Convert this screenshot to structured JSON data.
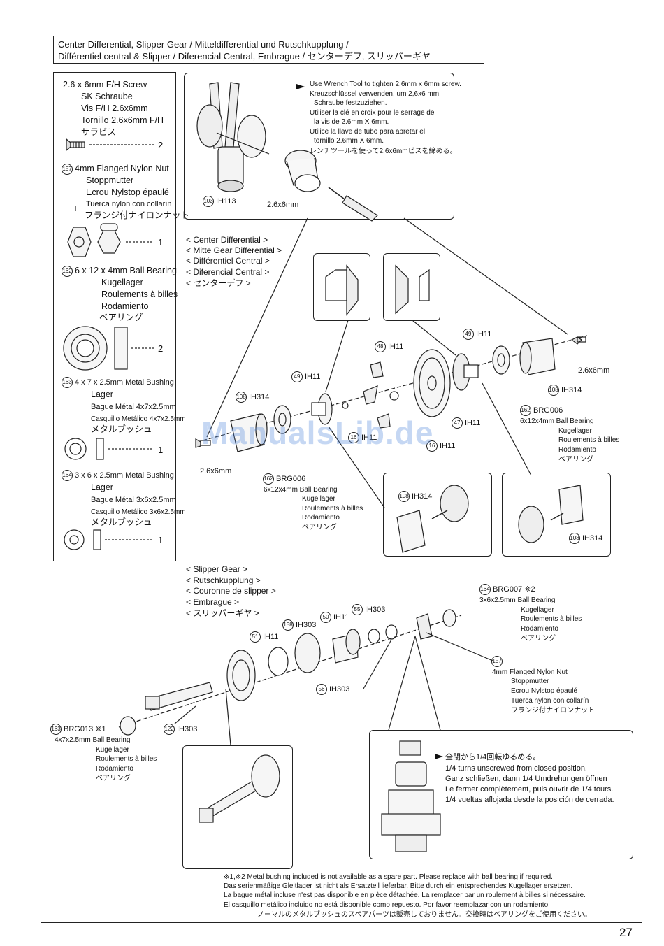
{
  "title": {
    "line1": "Center Differential, Slipper Gear / Mitteldifferential und Rutschkupplung /",
    "line2": "Différentiel central & Slipper / Diferencial Central, Embrague / センターデフ, スリッパーギヤ"
  },
  "parts_list": [
    {
      "number": "",
      "names": [
        "2.6 x 6mm F/H Screw",
        "SK Schraube",
        "Vis F/H 2.6x6mm",
        "Tornillo 2.6x6mm F/H",
        "サラビス"
      ],
      "qty": "2"
    },
    {
      "number": "157",
      "names": [
        "4mm Flanged Nylon Nut",
        "Stoppmutter",
        "Ecrou Nylstop épaulé",
        "Tuerca nylon con collarín",
        "フランジ付ナイロンナット"
      ],
      "qty": "1"
    },
    {
      "number": "162",
      "names": [
        "6 x 12 x 4mm Ball Bearing",
        "Kugellager",
        "Roulements à billes",
        "Rodamiento",
        "ベアリング"
      ],
      "qty": "2"
    },
    {
      "number": "163",
      "names": [
        "4 x 7 x 2.5mm Metal Bushing",
        "Lager",
        "Bague Métal 4x7x2.5mm",
        "Casquillo Metálico 4x7x2.5mm",
        "メタルブッシュ"
      ],
      "qty": "1"
    },
    {
      "number": "164",
      "names": [
        "3 x 6 x 2.5mm Metal Bushing",
        "Lager",
        "Bague Métal 3x6x2.5mm",
        "Casquillo Metálico 3x6x2.5mm",
        "メタルブッシュ"
      ],
      "qty": "1"
    }
  ],
  "wrench_note": [
    "Use Wrench Tool to tighten 2.6mm x 6mm screw.",
    "Kreuzschlüssel verwenden, um 2,6x6 mm",
    "Schraube festzuziehen.",
    "Utiliser la clé en croix pour le serrage de",
    "la vis de 2.6mm X 6mm.",
    "Utilice la llave de tubo para apretar el",
    "tornillo 2.6mm X 6mm.",
    "レンチツールを使って2.6x6mmビスを締める。"
  ],
  "top_box_labels": {
    "tool": "IH113",
    "tool_num": "103",
    "screw": "2.6x6mm"
  },
  "center_diff_header": [
    "< Center Differential >",
    "< Mitte Gear Differential >",
    "< Différentiel Central >",
    "< Diferencial Central >",
    "< センターデフ >"
  ],
  "center_labels": {
    "ih314_left": "IH314",
    "n108": "108",
    "ih11_a": "IH11",
    "n49": "49",
    "ih11_b": "IH11",
    "n48": "48",
    "ih11_c": "IH11",
    "n47": "47",
    "ih11_d": "IH11",
    "ih314_right": "IH314",
    "screw_left": "2.6x6mm",
    "screw_right": "2.6x6mm",
    "brg_left": "BRG006",
    "brg_right": "BRG006",
    "n162": "162",
    "ih11_e": "IH11",
    "n16a": "16",
    "ih11_f": "IH11"
  },
  "bearing_6x12": [
    "6x12x4mm  Ball Bearing",
    "Kugellager",
    "Roulements à billes",
    "Rodamiento",
    "ベアリング"
  ],
  "detail_labels": {
    "left": "IH314",
    "right": "IH314",
    "num": "108"
  },
  "slipper_header": [
    "< Slipper Gear >",
    "< Rutschkupplung >",
    "< Couronne de slipper >",
    "< Embrague >",
    "< スリッパーギヤ >"
  ],
  "slipper_labels": {
    "brg007": "BRG007 ※2",
    "n164": "164",
    "ih303_a": "IH303",
    "n55": "55",
    "ih11_a": "IH11",
    "n50": "50",
    "ih303_b": "IH303",
    "n158": "158",
    "ih11_b": "IH11",
    "n51": "51",
    "ih303_c": "IH303",
    "n56": "56",
    "ih303_d": "IH303",
    "n122": "122",
    "brg013": "BRG013 ※1",
    "n163": "163",
    "n157": "157"
  },
  "bearing_3x6": [
    "3x6x2.5mm  Ball Bearing",
    "Kugellager",
    "Roulements à billes",
    "Rodamiento",
    "ベアリング"
  ],
  "bearing_4x7": [
    "4x7x2.5mm  Ball Bearing",
    "Kugellager",
    "Roulements à billes",
    "Rodamiento",
    "ベアリング"
  ],
  "nut_note": [
    "4mm  Flanged Nylon Nut",
    "Stoppmutter",
    "Ecrou Nylstop épaulé",
    "Tuerca nylon con collarín",
    "フランジ付ナイロンナット"
  ],
  "turn_note": [
    "全閉から1/4回転ゆるめる。",
    "1/4 turns unscrewed from closed position.",
    "Ganz schließen, dann 1/4 Umdrehungen öffnen",
    "Le fermer complètement, puis ouvrir de 1/4 tours.",
    "1/4 vueltas aflojada desde la posición de cerrada."
  ],
  "footnote": [
    "※1,※2  Metal bushing included is not available as a spare part. Please replace with ball bearing if required.",
    "Das serienmäßige Gleitlager ist nicht als Ersatzteil lieferbar. Bitte durch ein entsprechendes Kugellager ersetzen.",
    "La bague métal incluse n'est pas disponible en pièce détachée. La remplacer par un roulement à billes si nécessaire.",
    "El casquillo metálico incluido no está disponible como repuesto. Por favor reemplazar con un rodamiento.",
    "ノーマルのメタルブッシュのスペアパーツは販売しておりません。交換時はベアリングをご使用ください。"
  ],
  "watermark": "ManualsLib.de",
  "page_number": "27"
}
